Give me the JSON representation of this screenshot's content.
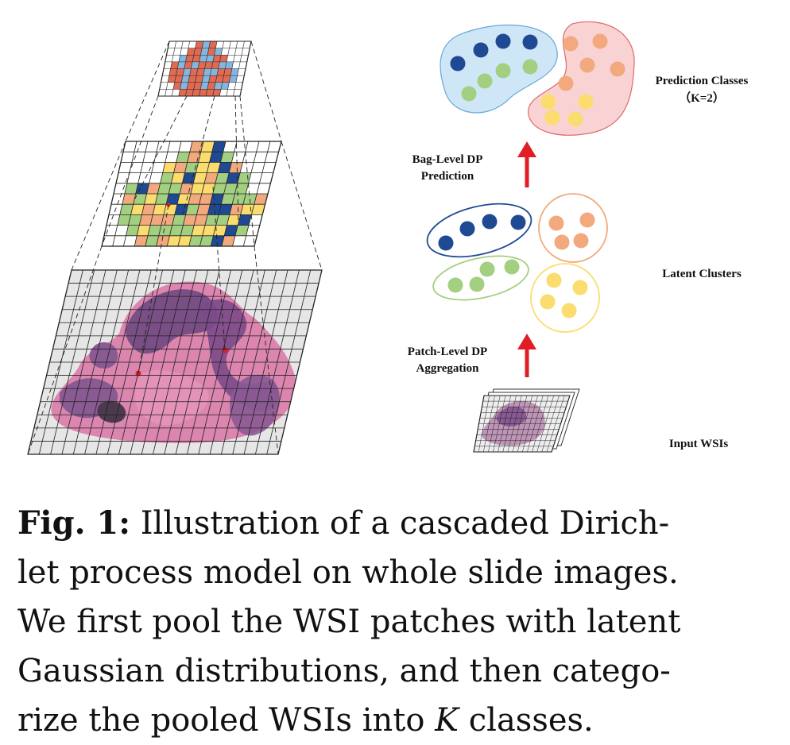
{
  "labels": {
    "prediction_classes": "Prediction Classes",
    "k_value": "（K=2）",
    "bag_level_1": "Bag-Level DP",
    "bag_level_2": "Prediction",
    "latent_clusters": "Latent Clusters",
    "patch_level_1": "Patch-Level DP",
    "patch_level_2": "Aggregation",
    "input_wsis": "Input WSIs"
  },
  "caption": {
    "fig_label": "Fig. 1:",
    "line1": " Illustration of a cascaded Dirich-",
    "line2": "let process model on whole slide images.",
    "line3": "We first pool the WSI patches with latent",
    "line4": "Gaussian distributions, and then catego-",
    "line5a": "rize the pooled WSIs into ",
    "math_k": "K",
    "line5b": " classes."
  },
  "colors": {
    "blue": "#1f4a93",
    "green": "#a3cf81",
    "orange": "#f2a97d",
    "yellow": "#fadd6e",
    "arrow": "#e01e25",
    "blue_region": "#cfe6f7",
    "pink_region": "#f9d3d3"
  }
}
